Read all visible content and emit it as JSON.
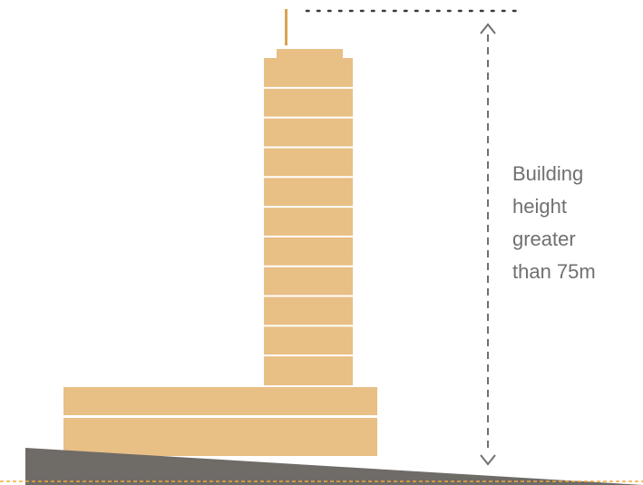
{
  "annotation": {
    "label_lines": [
      "Building",
      "height",
      "greater",
      "than 75m"
    ]
  },
  "colors": {
    "building": "#e8bf85",
    "floor_line": "#ffffff",
    "antenna": "#d9a550",
    "ground": "#6f6b67",
    "dimension_line": "#707070",
    "baseline": "#f0a83c"
  },
  "building": {
    "tower_floors": 11,
    "podium_floors": 2
  }
}
